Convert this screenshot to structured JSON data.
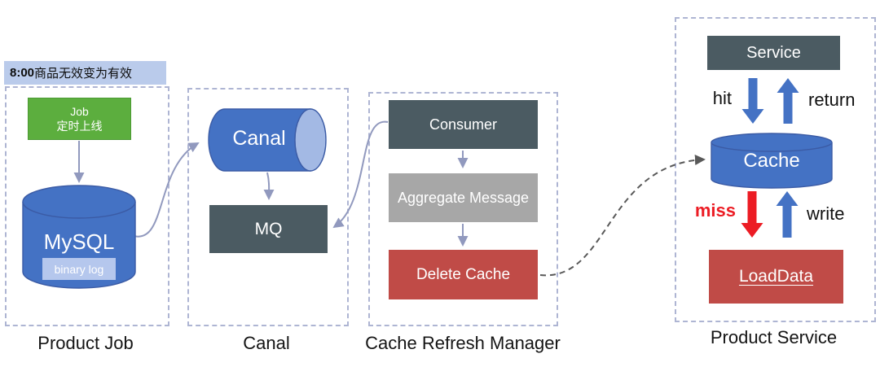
{
  "colors": {
    "blue": "#4472C4",
    "blueLight": "#A3B9E4",
    "blueBorder": "#3B5BA5",
    "slate": "#4B5B62",
    "gray": "#A7A7A7",
    "red": "#C04B47",
    "green": "#5CAE3E",
    "greenBorder": "#4C9B33",
    "chip": "#B5C7ED",
    "band": "#BACBEB",
    "connector": "#9199BE",
    "dashed": "#AEB5D3",
    "curve": "#595959",
    "brightRed": "#EC1C24",
    "ink": "#161616"
  },
  "annotation": {
    "time": "8:00",
    "text": "商品无效变为有效"
  },
  "product_job": {
    "caption": "Product Job",
    "job_line1": "Job",
    "job_line2": "定时上线",
    "mysql": "MySQL",
    "mysql_sub": "binary log"
  },
  "canal": {
    "caption": "Canal",
    "cylinder": "Canal",
    "mq": "MQ"
  },
  "cache_refresh_manager": {
    "caption": "Cache Refresh Manager",
    "consumer": "Consumer",
    "aggregate": "Aggregate Message",
    "delete_cache": "Delete Cache"
  },
  "product_service": {
    "caption": "Product Service",
    "service": "Service",
    "cache": "Cache",
    "loaddata": "LoadData",
    "hit": "hit",
    "return_label": "return",
    "miss": "miss",
    "write": "write"
  }
}
